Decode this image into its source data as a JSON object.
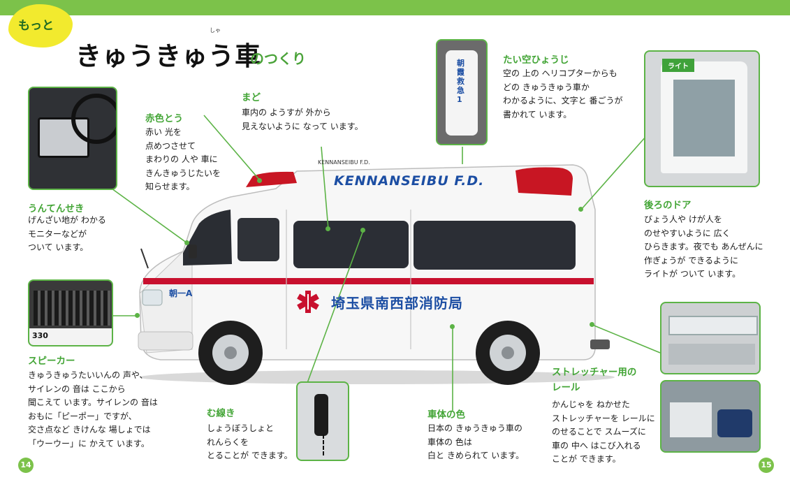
{
  "badge": "もっと",
  "title": {
    "main": "きゅうきゅう車",
    "sub": "のつくり",
    "ruby": "しゃ"
  },
  "vehicle": {
    "side_text": "KENNANSEIBU F.D.",
    "dept_name": "埼玉県南西部消防局",
    "front_code": "朝一A",
    "roof_text": "朝霞救急1",
    "plate": "330",
    "light_tag": "ライト"
  },
  "sections": {
    "driver_seat": {
      "heading": "うんてんせき",
      "lines": [
        "げんざい地が わかる",
        "モニターなどが",
        "ついて います。"
      ]
    },
    "speaker": {
      "heading": "スピーカー",
      "lines": [
        "きゅうきゅうたいいんの 声や、",
        "サイレンの 音は ここから",
        "聞こえて います。サイレンの 音は",
        "おもに「ピーポー」ですが、",
        "交さ点など きけんな 場しょでは",
        "「ウーウー」に かえて います。"
      ]
    },
    "red_light": {
      "heading": "赤色とう",
      "lines": [
        "赤い 光を",
        "点めつさせて",
        "まわりの 人や 車に",
        "きんきゅうじたいを",
        "知らせます。"
      ]
    },
    "window": {
      "heading": "まど",
      "lines": [
        "車内の ようすが 外から",
        "見えないように なって います。"
      ]
    },
    "roof_sign": {
      "heading": "たい空ひょうじ",
      "lines": [
        "空の 上の ヘリコプターからも",
        "どの きゅうきゅう車か",
        "わかるように、文字と 番ごうが",
        "書かれて います。"
      ]
    },
    "rear_door": {
      "heading": "後ろのドア",
      "lines": [
        "びょう人や けが人を",
        "のせやすいように 広く",
        "ひらきます。夜でも あんぜんに",
        "作ぎょうが できるように",
        "ライトが ついて います。"
      ]
    },
    "radio": {
      "heading": "む線き",
      "lines": [
        "しょうぼうしょと",
        "れんらくを",
        "とることが できます。"
      ]
    },
    "body_color": {
      "heading": "車体の色",
      "lines": [
        "日本の きゅうきゅう車の",
        "車体の 色は",
        "白と きめられて います。"
      ]
    },
    "stretcher": {
      "heading_lines": [
        "ストレッチャー用の",
        "レール"
      ],
      "lines": [
        "かんじゃを ねかせた",
        "ストレッチャーを レールに",
        "のせることで スムーズに",
        "車の 中へ はこび入れる",
        "ことが できます。"
      ]
    }
  },
  "pages": {
    "left": "14",
    "right": "15"
  },
  "colors": {
    "accent_green": "#5cb346",
    "heading_green": "#43a536",
    "badge_yellow": "#f2ea2e",
    "topbar": "#7cc24a",
    "stripe_red": "#c8102e"
  }
}
